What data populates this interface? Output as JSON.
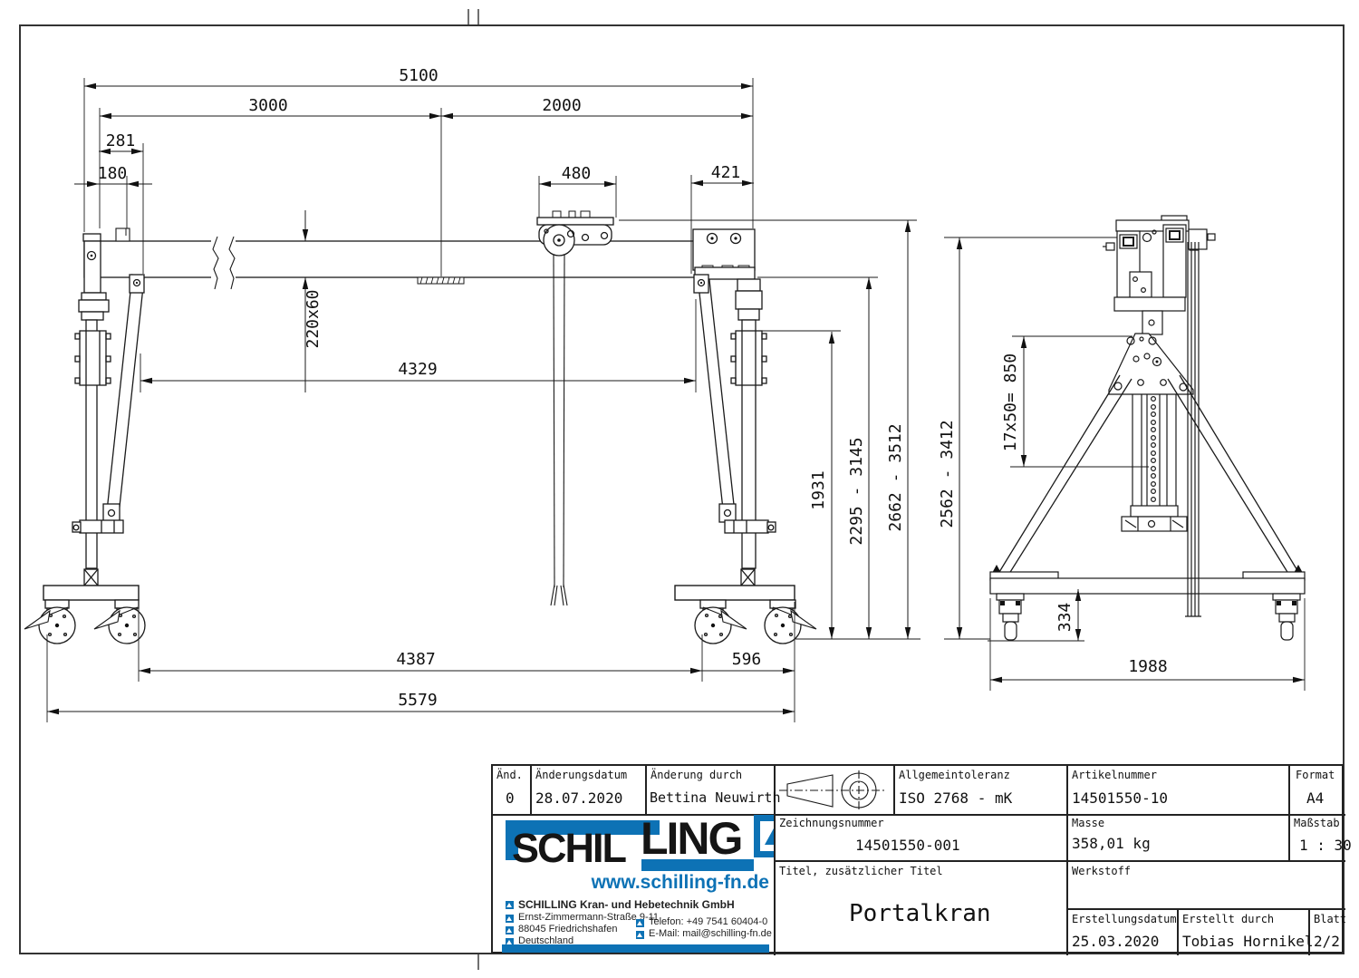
{
  "dims": {
    "d5100": "5100",
    "d3000": "3000",
    "d2000": "2000",
    "d281": "281",
    "d180": "180",
    "d480": "480",
    "d421": "421",
    "section": "220x60",
    "d4329": "4329",
    "h1931": "1931",
    "h2295": "2295 - 3145",
    "h2662": "2662 - 3512",
    "h2562": "2562 - 3412",
    "holes": "17x50= 850",
    "h334": "334",
    "d1988": "1988",
    "d4387": "4387",
    "d596": "596",
    "d5579": "5579"
  },
  "title_block": {
    "rev_label": "Änd.",
    "rev_value": "0",
    "rev_date_label": "Änderungsdatum",
    "rev_date_value": "28.07.2020",
    "rev_by_label": "Änderung durch",
    "rev_by_value": "Bettina Neuwirth",
    "tolerance_label": "Allgemeintoleranz",
    "tolerance_value": "ISO 2768 - mK",
    "article_label": "Artikelnummer",
    "article_value": "14501550-10",
    "format_label": "Format",
    "format_value": "A4",
    "drawing_no_label": "Zeichnungsnummer",
    "drawing_no_value": "14501550-001",
    "mass_label": "Masse",
    "mass_value": "358,01 kg",
    "scale_label": "Maßstab",
    "scale_value": "1 : 30",
    "title_label": "Titel, zusätzlicher Titel",
    "title_value": "Portalkran",
    "material_label": "Werkstoff",
    "created_date_label": "Erstellungsdatum",
    "created_date_value": "25.03.2020",
    "created_by_label": "Erstellt durch",
    "created_by_value": "Tobias Hornikel",
    "sheet_label": "Blatt",
    "sheet_value": "2/2"
  },
  "logo": {
    "brand1": "SCHIL",
    "brand2": "LING",
    "website": "www.schilling-fn.de",
    "company": "SCHILLING Kran- und Hebetechnik GmbH",
    "address1": "Ernst-Zimmermann-Straße 9-11",
    "address2": "88045 Friedrichshafen",
    "address3": "Deutschland",
    "phone": "Telefon: +49 7541 60404-0",
    "email": "E-Mail: mail@schilling-fn.de",
    "accent_blue": "#0d72b5"
  }
}
